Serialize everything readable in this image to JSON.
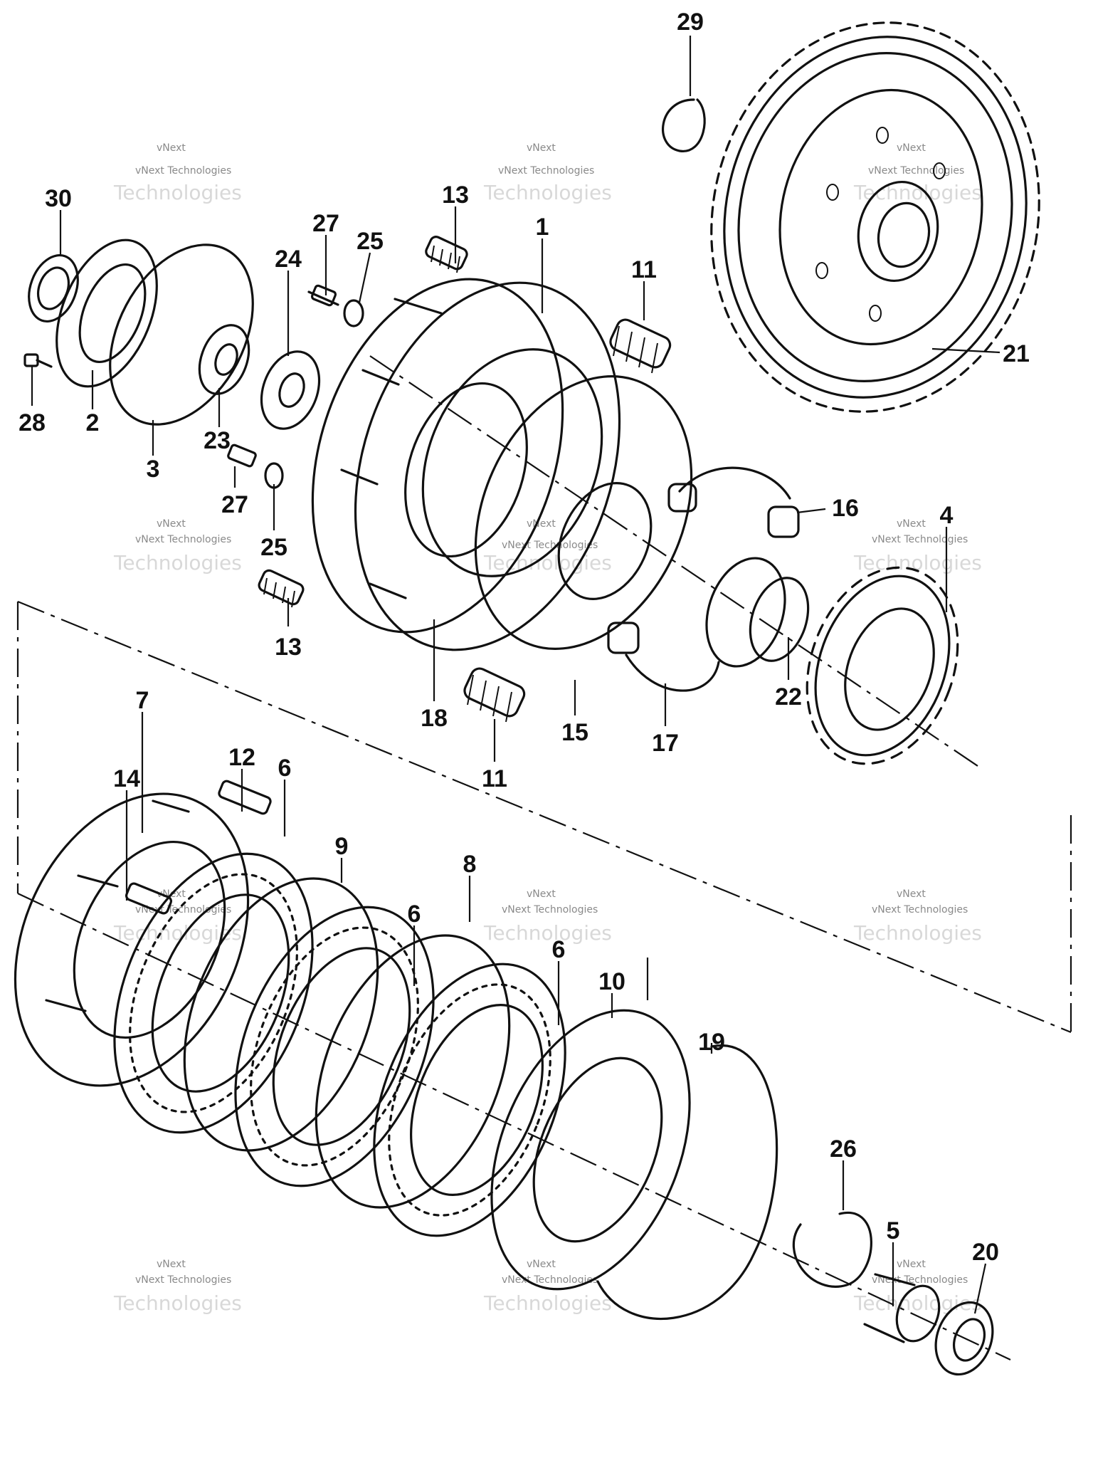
{
  "watermark": {
    "line1": "vNext",
    "line2": "vNext Technologies",
    "line3": "Technologies"
  },
  "part_numbers": [
    "1",
    "2",
    "3",
    "4",
    "5",
    "6",
    "6",
    "6",
    "7",
    "8",
    "9",
    "10",
    "11",
    "11",
    "12",
    "13",
    "13",
    "14",
    "15",
    "16",
    "17",
    "18",
    "19",
    "20",
    "21",
    "22",
    "23",
    "24",
    "25",
    "25",
    "26",
    "27",
    "27",
    "28",
    "29",
    "30"
  ],
  "colors": {
    "ink": "#111111",
    "paper": "#ffffff",
    "watermark": "#8a8a8a"
  }
}
